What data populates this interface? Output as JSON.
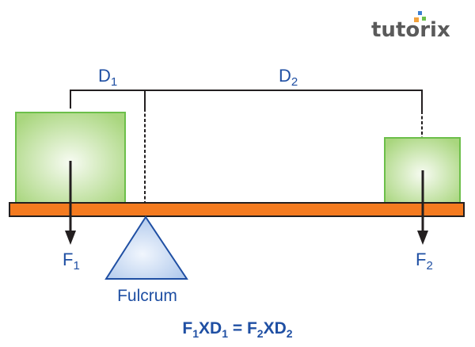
{
  "logo": {
    "text": "tutorix",
    "text_color": "#5a5a5a",
    "dot_colors": [
      "#f2a23c",
      "#3d7fd0",
      "#6cbf4a"
    ]
  },
  "diagram": {
    "title": "Lever principle",
    "distance_labels": {
      "d1": {
        "main": "D",
        "sub": "1"
      },
      "d2": {
        "main": "D",
        "sub": "2"
      }
    },
    "force_labels": {
      "f1": {
        "main": "F",
        "sub": "1"
      },
      "f2": {
        "main": "F",
        "sub": "2"
      }
    },
    "fulcrum_label": "Fulcrum",
    "equation": {
      "parts": [
        {
          "main": "F",
          "sub": "1"
        },
        {
          "main": "XD",
          "sub": "1"
        },
        {
          "main": " = F",
          "sub": "2"
        },
        {
          "main": "XD",
          "sub": "2"
        }
      ]
    },
    "colors": {
      "beam": "#f47b20",
      "beam_border": "#231f20",
      "box_fill_center": "#f5faef",
      "box_fill_edge": "#a9d67e",
      "box_border": "#6cbf4a",
      "fulcrum_fill_center": "#eef4fc",
      "fulcrum_fill_edge": "#b7cdee",
      "fulcrum_border": "#1f4fa3",
      "line": "#231f20",
      "label": "#1f4fa3"
    }
  }
}
